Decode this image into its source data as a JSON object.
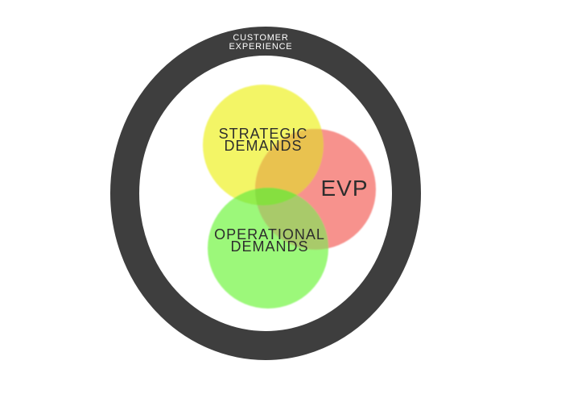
{
  "diagram": {
    "ring": {
      "label_line1": "CUSTOMER",
      "label_line2": "EXPERIENCE",
      "color": "#3e3e3e",
      "text_color": "#ffffff"
    },
    "circles": {
      "strategic": {
        "label_line1": "STRATEGIC",
        "label_line2": "DEMANDS",
        "color": "#f3f566"
      },
      "evp": {
        "label": "EVP",
        "color": "#f7928d"
      },
      "operational": {
        "label_line1": "OPERATIONAL",
        "label_line2": "DEMANDS",
        "color": "#9cf87a"
      }
    },
    "overlaps": {
      "strategic_evp": "#e9c250",
      "strategic_operational": "#93ed4d",
      "operational_evp": "#a9ca6b",
      "all_three": "#86df41"
    },
    "label_color": "#2d2d2d",
    "background": "#ffffff"
  }
}
